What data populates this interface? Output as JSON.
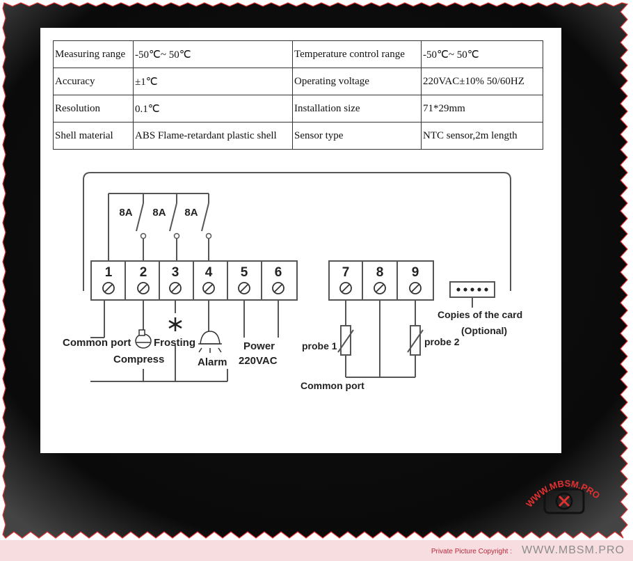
{
  "specs": [
    {
      "label1": "Measuring range",
      "value1": "-50℃~ 50℃",
      "label2": "Temperature control range",
      "value2": "-50℃~ 50℃"
    },
    {
      "label1": "Accuracy",
      "value1": "±1℃",
      "label2": "Operating voltage",
      "value2": "220VAC±10% 50/60HZ"
    },
    {
      "label1": "Resolution",
      "value1": "0.1℃",
      "label2": "Installation size",
      "value2": "71*29mm"
    },
    {
      "label1": "Shell material",
      "value1": "ABS Flame-retardant plastic shell",
      "label2": "Sensor type",
      "value2": "NTC sensor,2m length"
    }
  ],
  "diagram": {
    "relay_ratings": [
      "8A",
      "8A",
      "8A"
    ],
    "terminals": [
      "1",
      "2",
      "3",
      "4",
      "5",
      "6",
      "7",
      "8",
      "9"
    ],
    "labels": {
      "common_port_left": "Common port",
      "compress": "Compress",
      "frosting": "Frosting",
      "alarm": "Alarm",
      "power_line1": "Power",
      "power_line2": "220VAC",
      "probe1": "probe 1",
      "probe2": "probe 2",
      "common_port_bottom": "Common port",
      "card_line1": "Copies of the card",
      "card_line2": "(Optional)"
    }
  },
  "watermark": {
    "logo_text": "WWW.MBSM.PRO",
    "copyright": "Private Picture Copyright :",
    "site": "WWW.MBSM.PRO"
  },
  "colors": {
    "frame": "#0a0a0a",
    "torn_edge": "#e03030",
    "footer_bg": "#f7dde0",
    "copyright": "#b4283a"
  }
}
